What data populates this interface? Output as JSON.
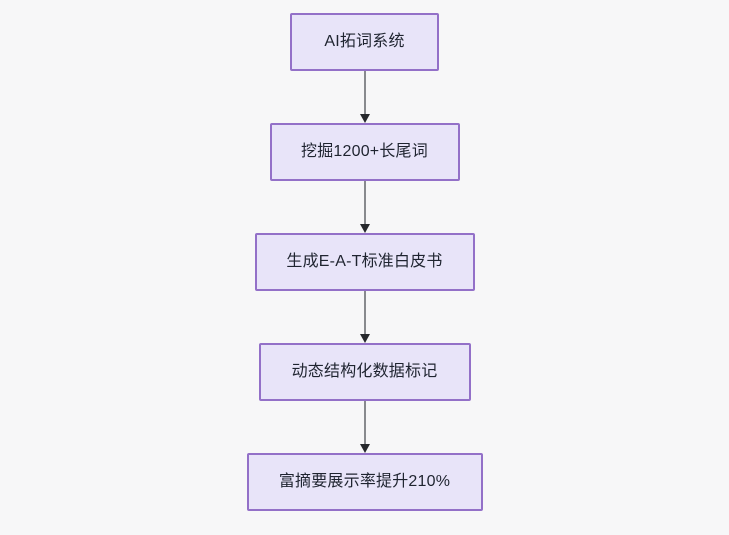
{
  "diagram": {
    "type": "flowchart",
    "direction": "top-to-bottom",
    "background_color": "#f7f7f8",
    "node_fill_color": "#e8e4f9",
    "node_border_color": "#9370c8",
    "node_text_color": "#1f2430",
    "connector_color": "#888a8e",
    "arrowhead_color": "#26282c",
    "nodes": [
      {
        "id": "n1",
        "label": "AI拓词系统"
      },
      {
        "id": "n2",
        "label": "挖掘1200+长尾词"
      },
      {
        "id": "n3",
        "label": "生成E-A-T标准白皮书"
      },
      {
        "id": "n4",
        "label": "动态结构化数据标记"
      },
      {
        "id": "n5",
        "label": "富摘要展示率提升210%"
      }
    ],
    "edges": [
      {
        "from": "n1",
        "to": "n2",
        "label": ""
      },
      {
        "from": "n2",
        "to": "n3",
        "label": ""
      },
      {
        "from": "n3",
        "to": "n4",
        "label": ""
      },
      {
        "from": "n4",
        "to": "n5",
        "label": ""
      }
    ]
  }
}
